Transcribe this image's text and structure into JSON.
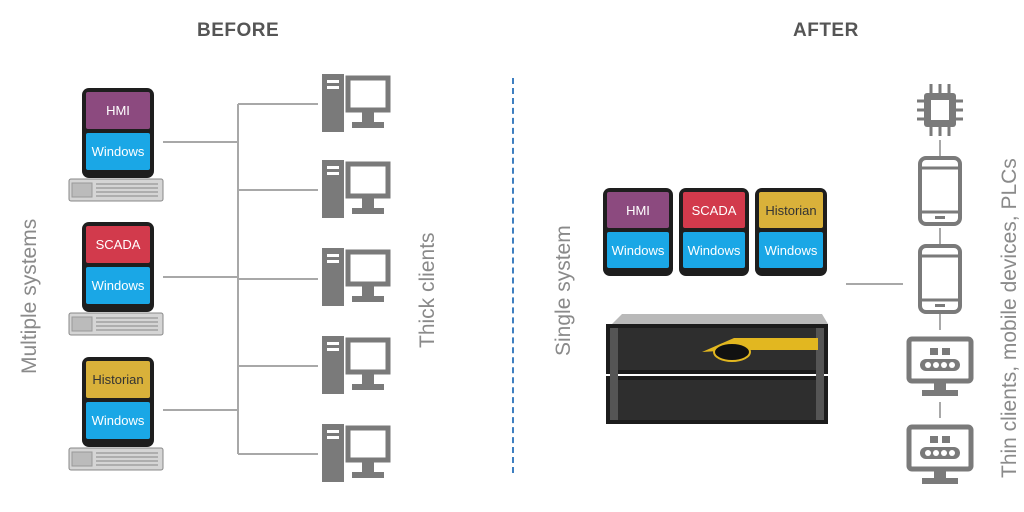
{
  "headings": {
    "before": "BEFORE",
    "after": "AFTER"
  },
  "labels": {
    "multiple_systems": "Multiple systems",
    "thick_clients": "Thick clients",
    "single_system": "Single system",
    "thin_clients": "Thin clients, mobile devices, PLCs"
  },
  "before_systems": [
    {
      "app": "HMI",
      "os": "Windows"
    },
    {
      "app": "SCADA",
      "os": "Windows"
    },
    {
      "app": "Historian",
      "os": "Windows"
    }
  ],
  "after_apps": [
    {
      "app": "HMI",
      "os": "Windows"
    },
    {
      "app": "SCADA",
      "os": "Windows"
    },
    {
      "app": "Historian",
      "os": "Windows"
    }
  ],
  "colors": {
    "hmi": "#8c4a7f",
    "scada": "#d23a4c",
    "historian": "#d9b13a",
    "windows": "#1aa7e6",
    "divider": "#3e7fc1",
    "icon_gray": "#7a7a7a",
    "line_gray": "#a8a8a8"
  },
  "icons": {
    "thick_client": "desktop-pc-icon",
    "chip": "chip-icon",
    "tablet": "tablet-icon",
    "plc_monitor": "plc-monitor-icon",
    "rack_server": "rack-server-icon",
    "storage_server": "storage-server-icon"
  }
}
